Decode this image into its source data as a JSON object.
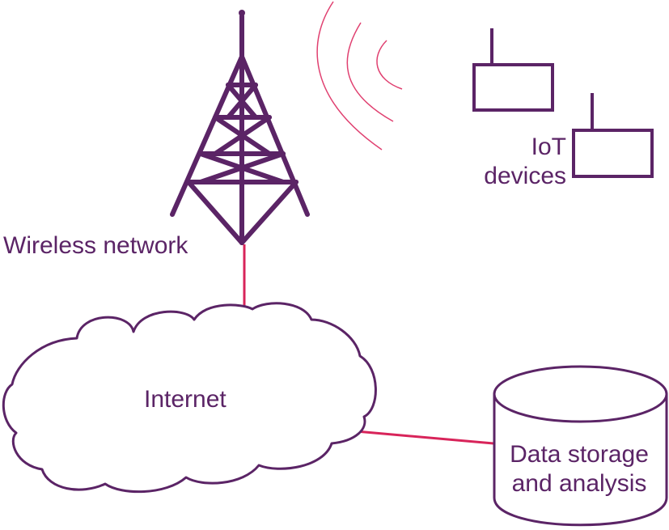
{
  "labels": {
    "wireless": "Wireless network",
    "iot_line1": "IoT",
    "iot_line2": "devices",
    "internet": "Internet",
    "storage_line1": "Data storage",
    "storage_line2": "and analysis"
  },
  "colors": {
    "primary": "#5b2466",
    "link": "#d8245a",
    "signal": "#e04070"
  },
  "icons": [
    "tower-icon",
    "signal-waves-icon",
    "iot-device-icon",
    "cloud-icon",
    "database-cylinder-icon"
  ]
}
